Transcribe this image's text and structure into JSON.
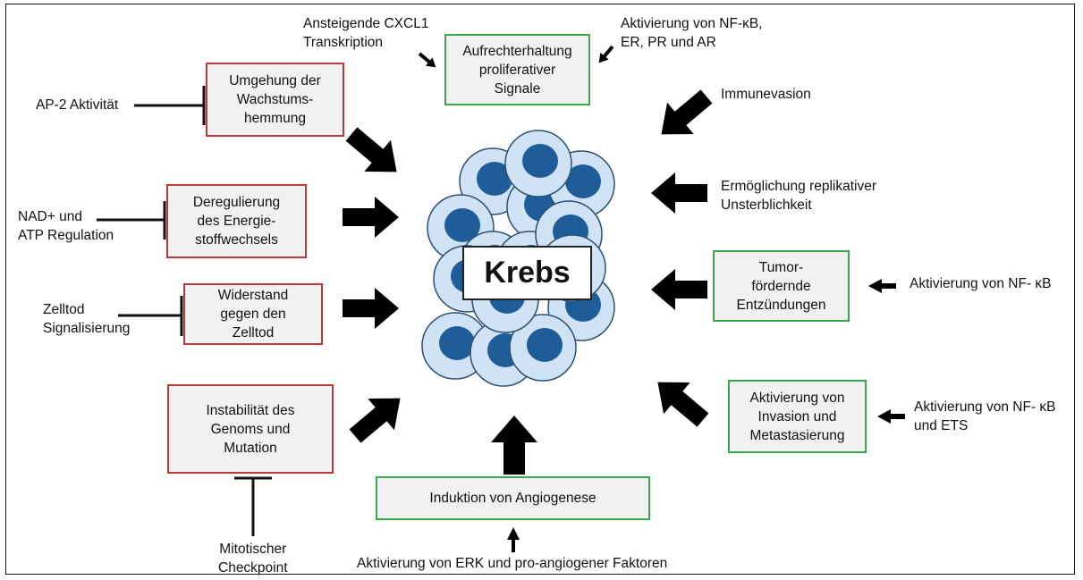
{
  "center": "Krebs",
  "boxes": {
    "growth_suppression": "Umgehung der\nWachstums-\nhemmung",
    "energy": "Deregulierung\ndes Energie-\nstoffwechsels",
    "cell_death": "Widerstand\ngegen den\nZelltod",
    "genome": "Instabilität des\nGenoms und\nMutation",
    "proliferative": "Aufrechterhaltung\nproliferativer\nSignale",
    "inflammation": "Tumor-\nfördernde\nEntzündungen",
    "invasion": "Aktivierung von\nInvasion und\nMetastasierung",
    "angiogenesis": "Induktion von Angiogenese"
  },
  "labels": {
    "cxcl1": "Ansteigende CXCL1\nTranskription",
    "nfkb_receptors": "Aktivierung von NF-κB,\nER, PR und AR",
    "immune": "Immunevasion",
    "immortality": "Ermöglichung replikativer\nUnsterblichkeit",
    "nfkb_inflammation": "Aktivierung von NF- κB",
    "nfkb_ets": "Aktivierung von NF- κB\nund ETS",
    "ap2": "AP-2 Aktivität",
    "nad": "NAD+ und\nATP Regulation",
    "zelltod": "Zelltod\nSignalisierung",
    "checkpoint": "Mitotischer\nCheckpoint",
    "erk": "Aktivierung von ERK und pro-angiogener Faktoren"
  },
  "colors": {
    "hallmark_red": "#b83a3a",
    "hallmark_green": "#3aa84f",
    "box_fill": "#f1f1f1",
    "cell_outer": "#cfe3f5",
    "cell_nucleus": "#1f5d99"
  }
}
